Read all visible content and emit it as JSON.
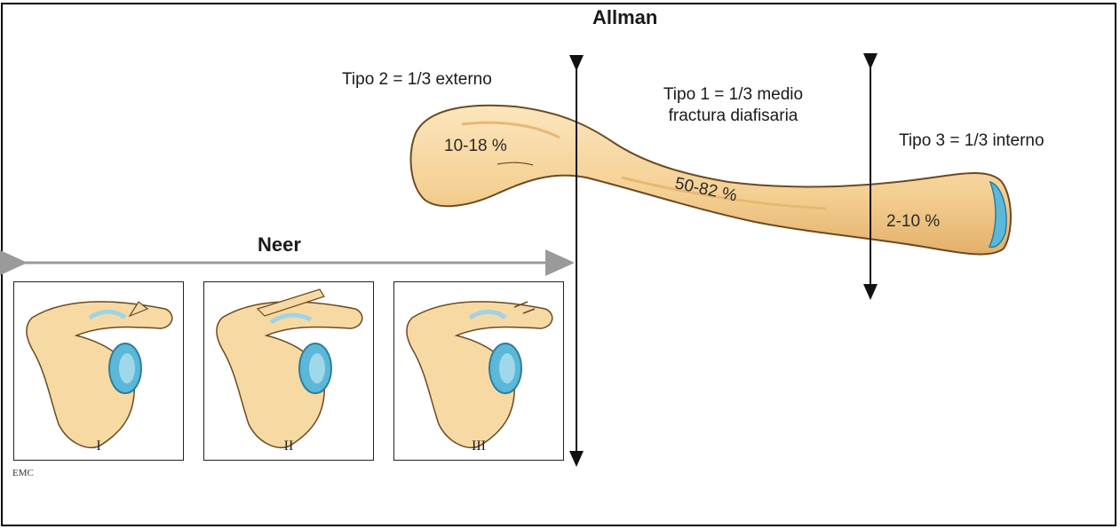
{
  "allman": {
    "title": "Allman",
    "tipo2": "Tipo 2 = 1/3 externo",
    "tipo1_line1": "Tipo 1 = 1/3 medio",
    "tipo1_line2": "fractura diafisaria",
    "tipo3": "Tipo 3 = 1/3 interno",
    "pct_tipo2": "10-18 %",
    "pct_tipo1": "50-82 %",
    "pct_tipo3": "2-10 %"
  },
  "neer": {
    "title": "Neer",
    "panels": [
      {
        "label": "I"
      },
      {
        "label": "II"
      },
      {
        "label": "III"
      }
    ]
  },
  "watermark": "EMC",
  "colors": {
    "bone_fill": "#f7d9a4",
    "bone_shade": "#e8b873",
    "bone_outline": "#6b4a22",
    "cartilage": "#5bb8d8",
    "neer_arrow": "#9a9a9a",
    "arrow": "#111111"
  }
}
